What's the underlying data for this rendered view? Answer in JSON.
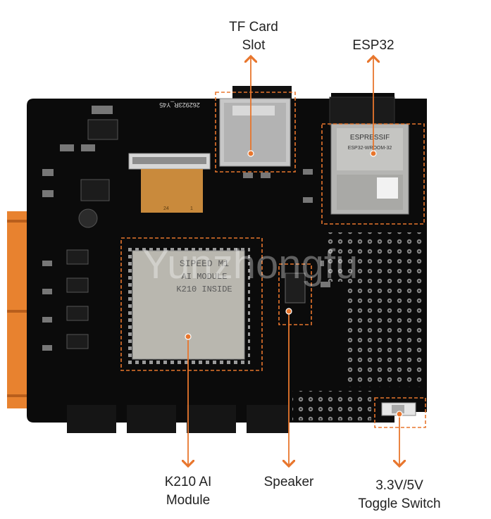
{
  "labels": {
    "tf_card": [
      "TF Card",
      "Slot"
    ],
    "esp32": [
      "ESP32"
    ],
    "k210": [
      "K210 AI",
      "Module"
    ],
    "speaker": [
      "Speaker"
    ],
    "toggle": [
      "3.3V/5V",
      "Toggle Switch"
    ]
  },
  "chips": {
    "esp_brand": "ESPRESSIF",
    "esp_model": "ESP32-WROOM-32",
    "k210_brand": "SIPEED M1",
    "k210_line2": "AI MODULE",
    "k210_line3": "K210 INSIDE",
    "board_code": "262923R_Y45",
    "fpc_pin_1": "1",
    "fpc_pin_24": "24"
  },
  "watermark": "Yunzhongfu",
  "colors": {
    "board": "#0b0b0b",
    "callout": "#e8762d",
    "module_metal": "#b9b7af",
    "fpc": "#c98a3c"
  }
}
